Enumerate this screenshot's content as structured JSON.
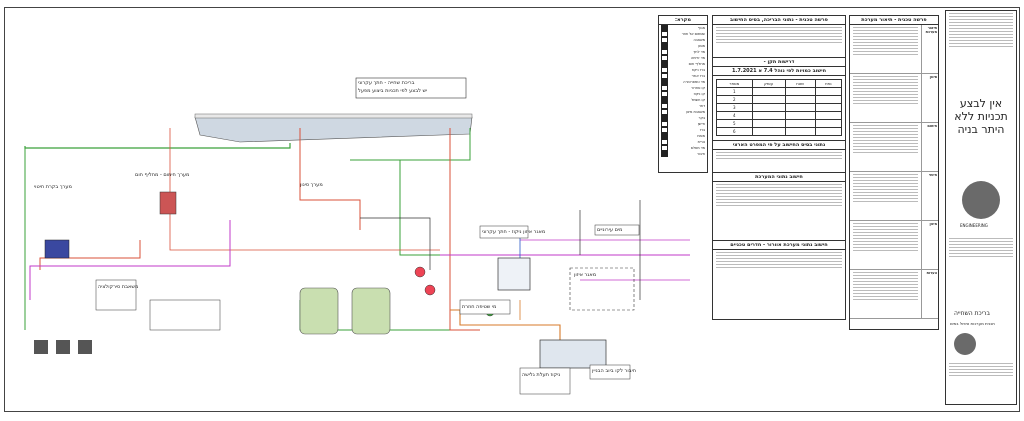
{
  "diagram": {
    "caption_top": "בריכת שחייה - חתך עקרוני",
    "caption_top_2": "יש לבצע לפי תכניות ביצוע מפעל",
    "label_filters": "מערך סינון",
    "label_dosing": "מערך חימום - מחליף חום",
    "label_pool_room": "מערך בקרת חיטוי",
    "label_balance": "מאגר איזון",
    "label_pump": "משאבת סירקולציה",
    "label_drain": "חיבור לקו ביוב הבניין",
    "label_city_water": "מים עירוניים",
    "label_overflow": "ניקוז תעלת גלישה",
    "label_backwash": "מי שטיפה חוזרת",
    "label_tank_note": "מאגר איזון ניקוז - חתך עקרוני"
  },
  "legend": {
    "title": "מקרא:",
    "items": [
      "מגוף",
      "שסתום אל חוזר",
      "משאבה",
      "מסנן",
      "מד לחץ",
      "מד זרימה",
      "מחליף חום",
      "ברז ניקוז",
      "ברז אוויר",
      "מד טמפרטורה",
      "קו סחרור",
      "קו ניקוז",
      "קו חשמל",
      "דוזר",
      "משאבת מינון",
      "בקר",
      "חיישן",
      "ברז",
      "מפוח",
      "נורית",
      "מד מפלס",
      "חיבור"
    ]
  },
  "calc": {
    "title": "פרשה טכנית - נתוני הבריכה, בסיס החישוב",
    "req_title": "דרישות תקן -",
    "req_sub": "חישוב כמויות לפי נוהל 7.4 א 1.7.2021",
    "table_headers": [
      "נפח",
      "שטח",
      "עומק",
      "מספר"
    ],
    "rows": [
      "1",
      "2",
      "3",
      "4",
      "5",
      "6"
    ],
    "section2": "נתוני בסיס החישוב על פי המפרט הארצי",
    "section3": "חישוב נתוני המערכת",
    "section4": "חישוב נתוני מערכת אוורור - חדרים טכניים"
  },
  "spec": {
    "title": "פרשה טכנית - תיאור מערכת",
    "side_labels": [
      "תיאור מערכת",
      "סינון",
      "חימום",
      "חיטוי",
      "מינון",
      "הערות"
    ]
  },
  "titleblock": {
    "warning": "אין לבצע תכניות ללא היתר בניה",
    "company": "ENGINEERING",
    "project": "בריכת השחייה",
    "drawing": "תכנית מערכות טיפול במים"
  },
  "colors": {
    "circulation": "#3aa13a",
    "return": "#d9503a",
    "chemical": "#c03ac8",
    "drain": "#d77a2a",
    "water": "#2a59c8",
    "pool": "#cdd6e0"
  }
}
